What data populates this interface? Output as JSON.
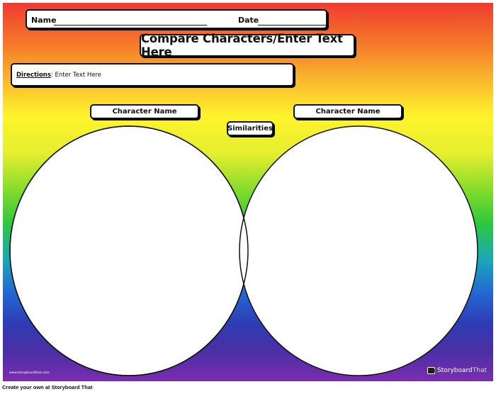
{
  "header": {
    "name_label": "Name",
    "date_label": "Date",
    "title": "Compare Characters/Enter Text Here"
  },
  "directions": {
    "label": "Directions",
    "text": ": Enter Text Here"
  },
  "venn": {
    "left_label": "Character Name",
    "right_label": "Character Name",
    "overlap_label": "Similarities"
  },
  "footer": {
    "url": "www.storyboardthat.com",
    "brand_part1": "Storyboard",
    "brand_part2": "That",
    "caption": "Create your own at Storyboard That"
  },
  "colors": {
    "gradient_top": "#f03a32",
    "gradient_mid": "#fff42d",
    "gradient_green": "#2fc83c",
    "gradient_bottom": "#7a2eb0"
  }
}
